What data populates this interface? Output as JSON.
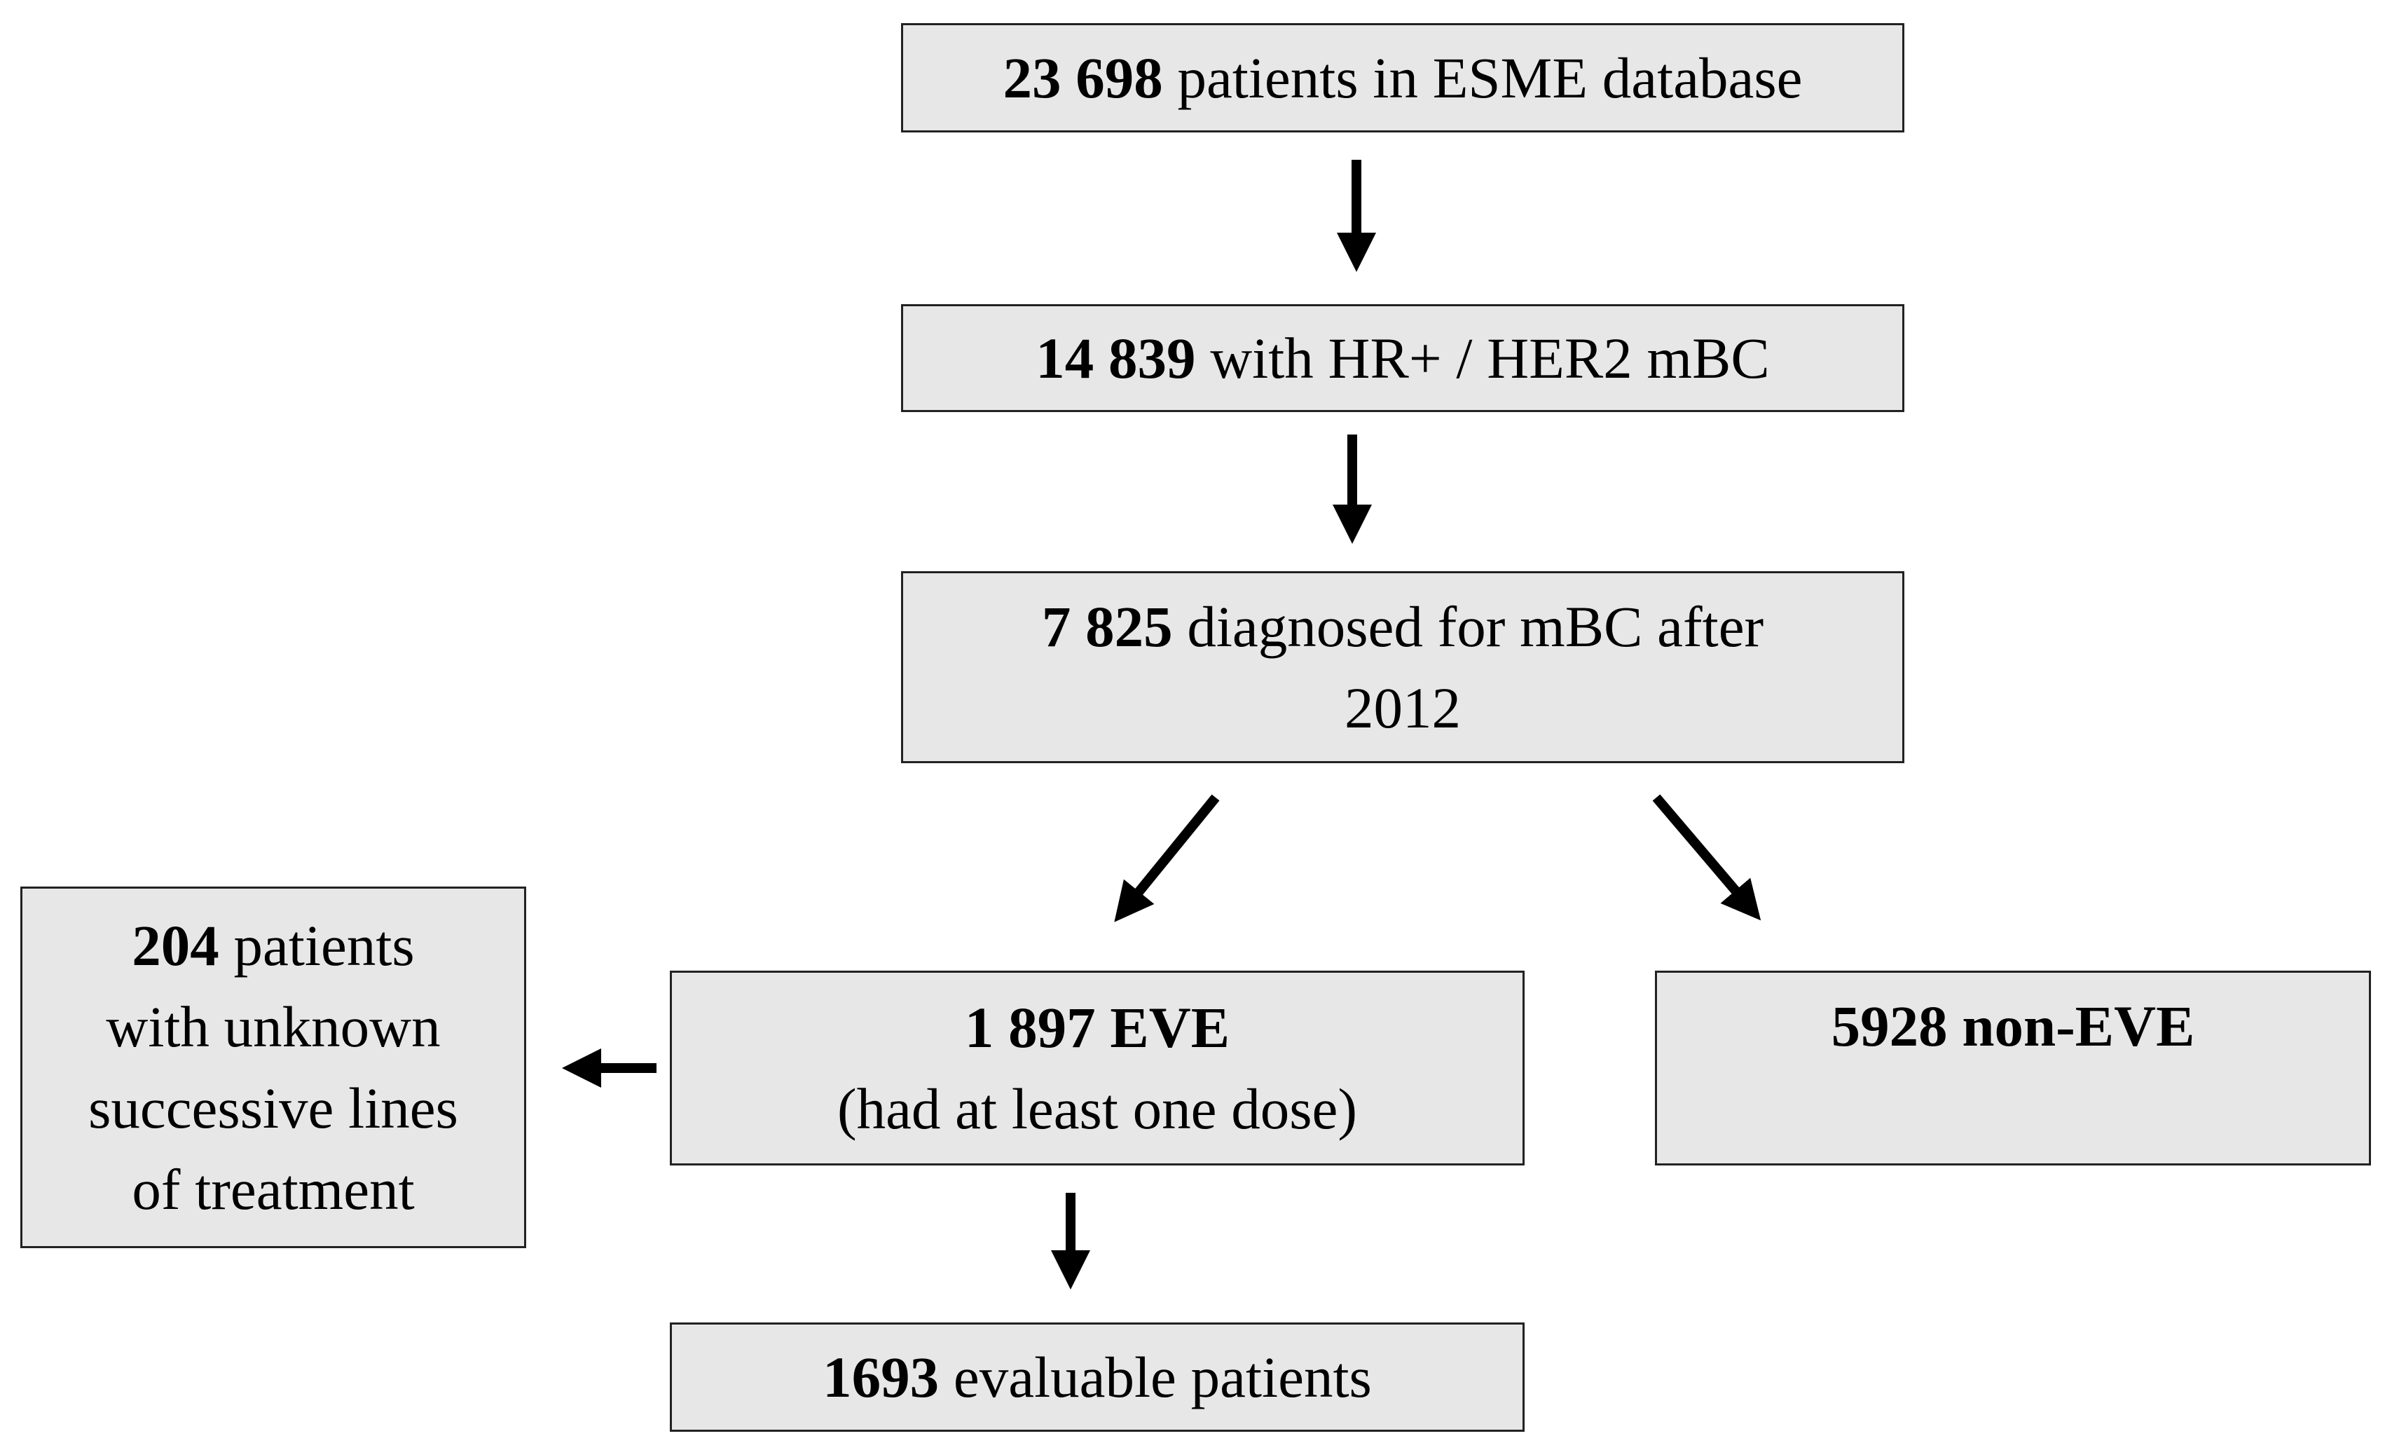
{
  "boxes": {
    "esme": {
      "count": "23 698",
      "text": " patients in ESME database"
    },
    "hr_her2": {
      "count": "14 839",
      "text": " with HR+ / HER2 mBC"
    },
    "after2012": {
      "count": "7 825",
      "text": " diagnosed for mBC after",
      "line2": "2012"
    },
    "eve": {
      "count": "1 897 EVE",
      "line2": "(had at least one dose)"
    },
    "non_eve": {
      "count": "5928 non-EVE"
    },
    "unknown": {
      "count": "204",
      "text": " patients",
      "line2": "with unknown",
      "line3": "successive lines",
      "line4": "of treatment"
    },
    "evaluable": {
      "count": "1693",
      "text": " evaluable patients"
    }
  },
  "colors": {
    "box_fill": "#e7e7e7",
    "border": "#222222",
    "arrow": "#000000"
  }
}
